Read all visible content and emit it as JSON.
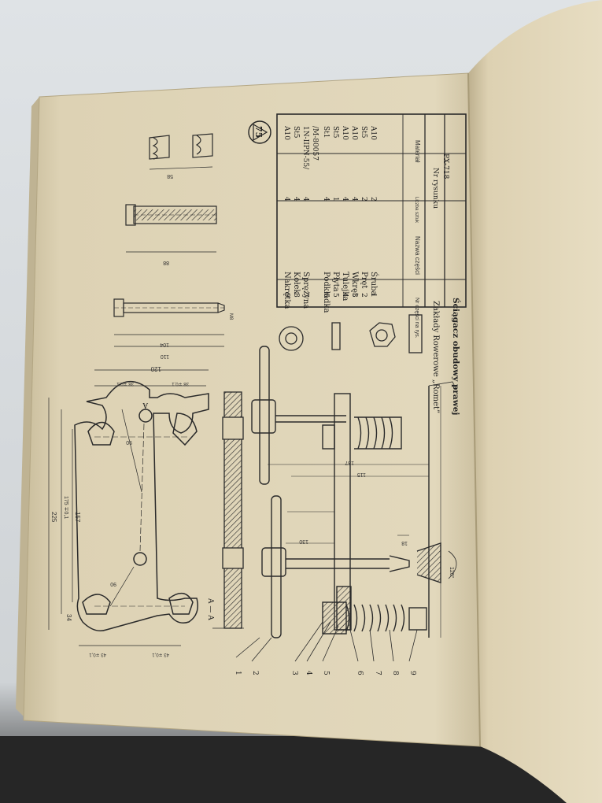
{
  "sheet": {
    "number": "75",
    "title": "Ściągacz obudowy prawej",
    "company": "Zakłady Rowerowe „Romet”",
    "drawing_no_label": "Nr rysunku",
    "drawing_no": "PX-718"
  },
  "bom": {
    "headers": {
      "part_no": "Nr części na rys.",
      "name": "Nazwa części",
      "qty": "Liczba sztuk",
      "material": "Materiał"
    },
    "rows": [
      {
        "no": "9",
        "name": "Nakrętka",
        "qty": "4",
        "material": "A10"
      },
      {
        "no": "8",
        "name": "Kołek",
        "qty": "4",
        "material": "St5"
      },
      {
        "no": "7",
        "name": "Sprężyna",
        "qty": "4",
        "material": "1N-IIPN-55/"
      },
      {
        "no": "",
        "name": "",
        "qty": "",
        "material": "/M-80057"
      },
      {
        "no": "6",
        "name": "Podkładka",
        "qty": "4",
        "material": "St1"
      },
      {
        "no": "5",
        "name": "Płyta",
        "qty": "1",
        "material": "St5"
      },
      {
        "no": "4",
        "name": "Tulejka",
        "qty": "4",
        "material": "A10"
      },
      {
        "no": "3",
        "name": "Wkręt",
        "qty": "4",
        "material": "A10"
      },
      {
        "no": "2",
        "name": "Pręt",
        "qty": "2",
        "material": "St5"
      },
      {
        "no": "1",
        "name": "Śruba",
        "qty": "2",
        "material": "A10"
      }
    ]
  },
  "dims": {
    "d225": "225",
    "d175": "175 ∓0,1",
    "d157": "157",
    "d34": "34",
    "d120": "120",
    "d38a": "38 ∓0,1",
    "d38b": "38 ∓0,1",
    "d43a": "43 ∓0,1",
    "d43b": "43 ∓0,1",
    "d90a": "90",
    "d90b": "90",
    "d110": "110",
    "d104": "104",
    "d88": "88",
    "d58": "58",
    "d130": "130",
    "d137": "137",
    "d115": "115",
    "d18": "18",
    "d120deg": "120°",
    "dA": "A",
    "dAA": "A — A",
    "dM8": "M8"
  },
  "callouts": [
    "1",
    "2",
    "3",
    "4",
    "5",
    "6",
    "7",
    "8",
    "9"
  ]
}
